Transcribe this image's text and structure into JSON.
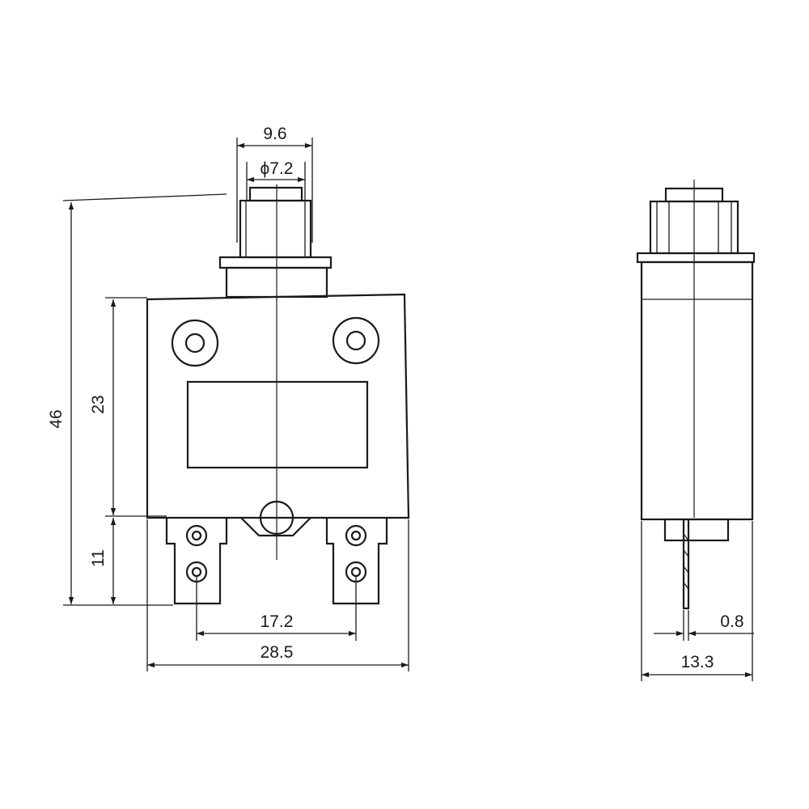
{
  "dimensions": {
    "cap_width": "9.6",
    "cap_diameter": "ϕ7.2",
    "total_height": "46",
    "body_height": "23",
    "terminal_height": "11",
    "terminal_spacing": "17.2",
    "body_width": "28.5",
    "blade_thickness": "0.8",
    "body_depth": "13.3"
  },
  "colors": {
    "line": "#1a1a1a",
    "background": "#ffffff"
  }
}
